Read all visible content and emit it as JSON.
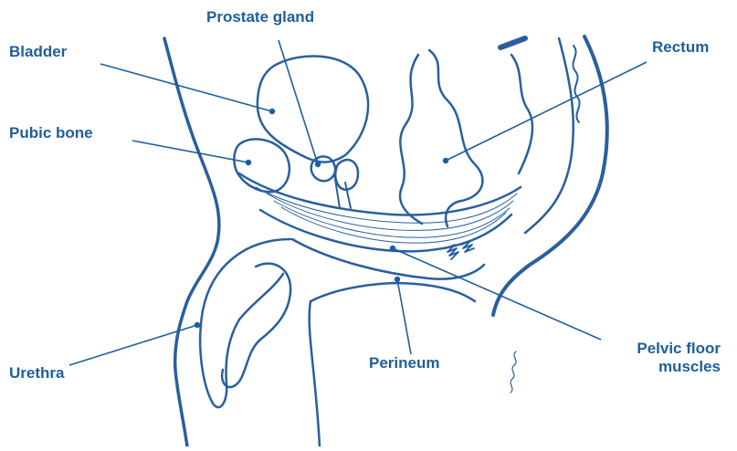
{
  "colors": {
    "ink": "#2a5f9e",
    "label": "#1f5e9c",
    "background": "#ffffff"
  },
  "labels": {
    "prostate_gland": "Prostate gland",
    "bladder": "Bladder",
    "rectum": "Rectum",
    "pubic_bone": "Pubic bone",
    "pelvic_floor_line1": "Pelvic floor",
    "pelvic_floor_line2": "muscles",
    "urethra": "Urethra",
    "perineum": "Perineum"
  }
}
